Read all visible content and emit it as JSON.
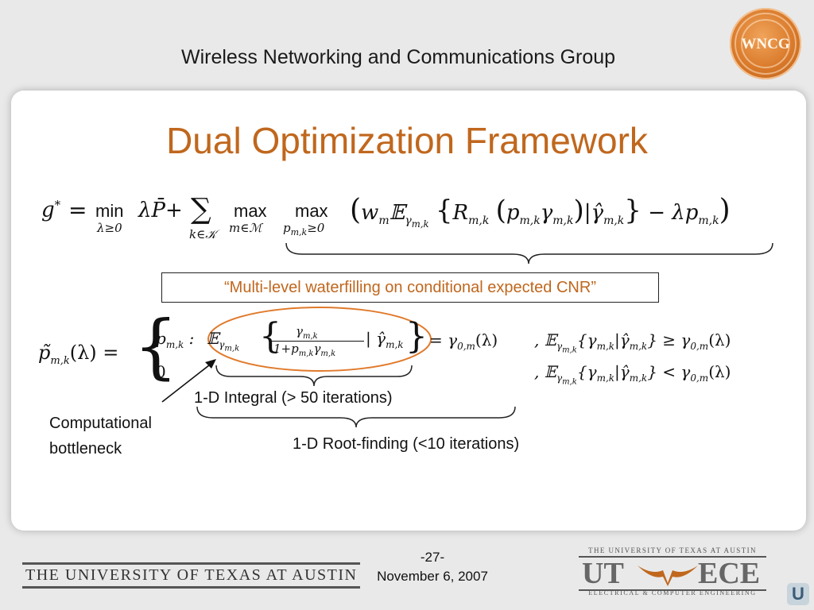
{
  "header": {
    "text": "Wireless Networking and Communications Group"
  },
  "logo": {
    "text": "WNCG"
  },
  "slide": {
    "title": "Dual Optimization Framework",
    "callout": "“Multi-level waterfilling on conditional expected CNR”",
    "integral_label": "1-D  Integral (> 50 iterations)",
    "root_label": "1-D Root-finding (<10 iterations)",
    "bottleneck_line1": "Computational",
    "bottleneck_line2": "bottleneck"
  },
  "footer": {
    "university": "THE UNIVERSITY OF TEXAS AT AUSTIN",
    "page": "-27-",
    "date": "November 6, 2007",
    "ut_top": "THE UNIVERSITY OF TEXAS AT AUSTIN",
    "ut": "UT",
    "ece": "ECE",
    "ut_bottom": "ELECTRICAL & COMPUTER ENGINEERING"
  },
  "colors": {
    "accent": "#c0671d",
    "ellipse": "#e07a2b"
  }
}
